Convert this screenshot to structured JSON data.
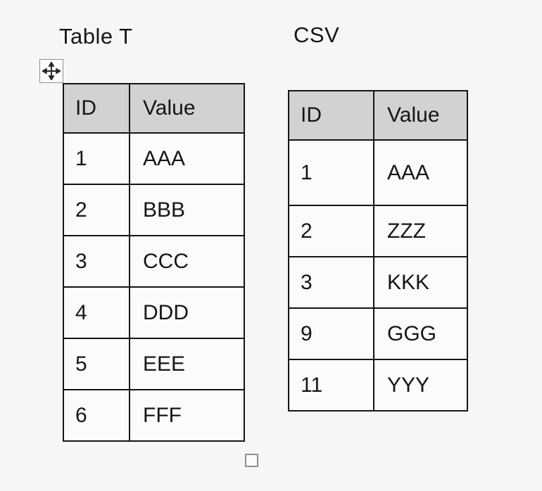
{
  "canvas": {
    "background": "#f7f6f6"
  },
  "left_panel": {
    "title": "Table T",
    "table": {
      "headers": [
        "ID",
        "Value"
      ],
      "rows": [
        [
          "1",
          "AAA"
        ],
        [
          "2",
          "BBB"
        ],
        [
          "3",
          "CCC"
        ],
        [
          "4",
          "DDD"
        ],
        [
          "5",
          "EEE"
        ],
        [
          "6",
          "FFF"
        ]
      ]
    }
  },
  "right_panel": {
    "title": "CSV",
    "table": {
      "headers": [
        "ID",
        "Value"
      ],
      "rows": [
        [
          "1",
          "AAA"
        ],
        [
          "2",
          "ZZZ"
        ],
        [
          "3",
          "KKK"
        ],
        [
          "9",
          "GGG"
        ],
        [
          "11",
          "YYY"
        ]
      ]
    }
  },
  "icons": {
    "move": "move-icon (four-way arrow drag grip)",
    "resize": "resize-handle (square corner grip)"
  },
  "colors": {
    "header_bg": "#d3d2d2",
    "cell_bg": "#fcfbfb",
    "table_border": "#141414",
    "handle_border": "#8f8f8f",
    "text": "#161616",
    "canvas_bg": "#f7f6f6"
  }
}
